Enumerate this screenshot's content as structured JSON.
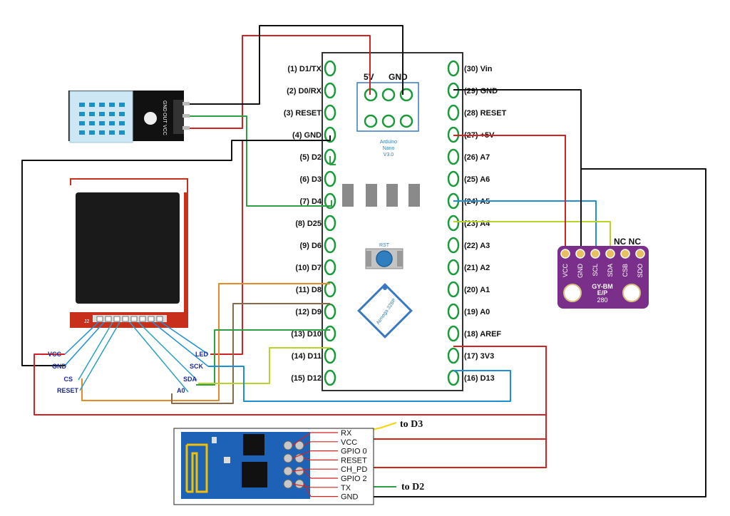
{
  "nano": {
    "left_pins": [
      "(1) D1/TX",
      "(2) D0/RX",
      "(3) RESET",
      "(4) GND",
      "(5) D2",
      "(6) D3",
      "(7) D4",
      "(8) D25",
      "(9) D6",
      "(10) D7",
      "(11) D8",
      "(12) D9",
      "(13) D10",
      "(14) D11",
      "(15) D12"
    ],
    "right_pins": [
      "(30) Vin",
      "(29) GND",
      "(28) RESET",
      "(27) +5V",
      "(26) A7",
      "(25) A6",
      "(24) A5",
      "(23) A4",
      "(22) A3",
      "(21) A2",
      "(20) A1",
      "(19) A0",
      "(18) AREF",
      "(17) 3V3",
      "(16) D13"
    ],
    "header_5v": "5V",
    "header_gnd": "GND",
    "silk_lines": [
      "Arduino",
      "Nano",
      "V3.0"
    ],
    "rst_label": "RST",
    "chip_label": "Atmega 328P"
  },
  "dht": {
    "pins": [
      "GND",
      "OUT",
      "VCC"
    ]
  },
  "lcd": {
    "conn_label": "J2",
    "left_labels": [
      "VCC",
      "GND",
      "CS",
      "RESET"
    ],
    "right_labels": [
      "LED",
      "SCK",
      "SDA",
      "A0"
    ]
  },
  "bme": {
    "nc_label": "NC NC",
    "pins": [
      "VCC",
      "GND",
      "SCL",
      "SDA",
      "CSB",
      "SDO"
    ],
    "title": "GY-BM",
    "model": "E/P",
    "number": "280"
  },
  "esp": {
    "pins": [
      "RX",
      "VCC",
      "GPIO 0",
      "RESET",
      "CH_PD",
      "GPIO 2",
      "TX",
      "GND"
    ]
  },
  "notes": {
    "to_d3": "to D3",
    "to_d2": "to D2"
  },
  "colors": {
    "red": "#d42222",
    "black": "#111111",
    "green": "#2ea043",
    "blue": "#1e8fd6",
    "lime": "#b8d42a",
    "orange": "#e48a2a",
    "brown": "#8a6a48",
    "yellow": "#f0d800",
    "pin_green": "#1a9a3a",
    "lcd_red": "#c9301c",
    "bme_purple": "#7a2f8a",
    "esp_blue": "#1d62b6"
  }
}
